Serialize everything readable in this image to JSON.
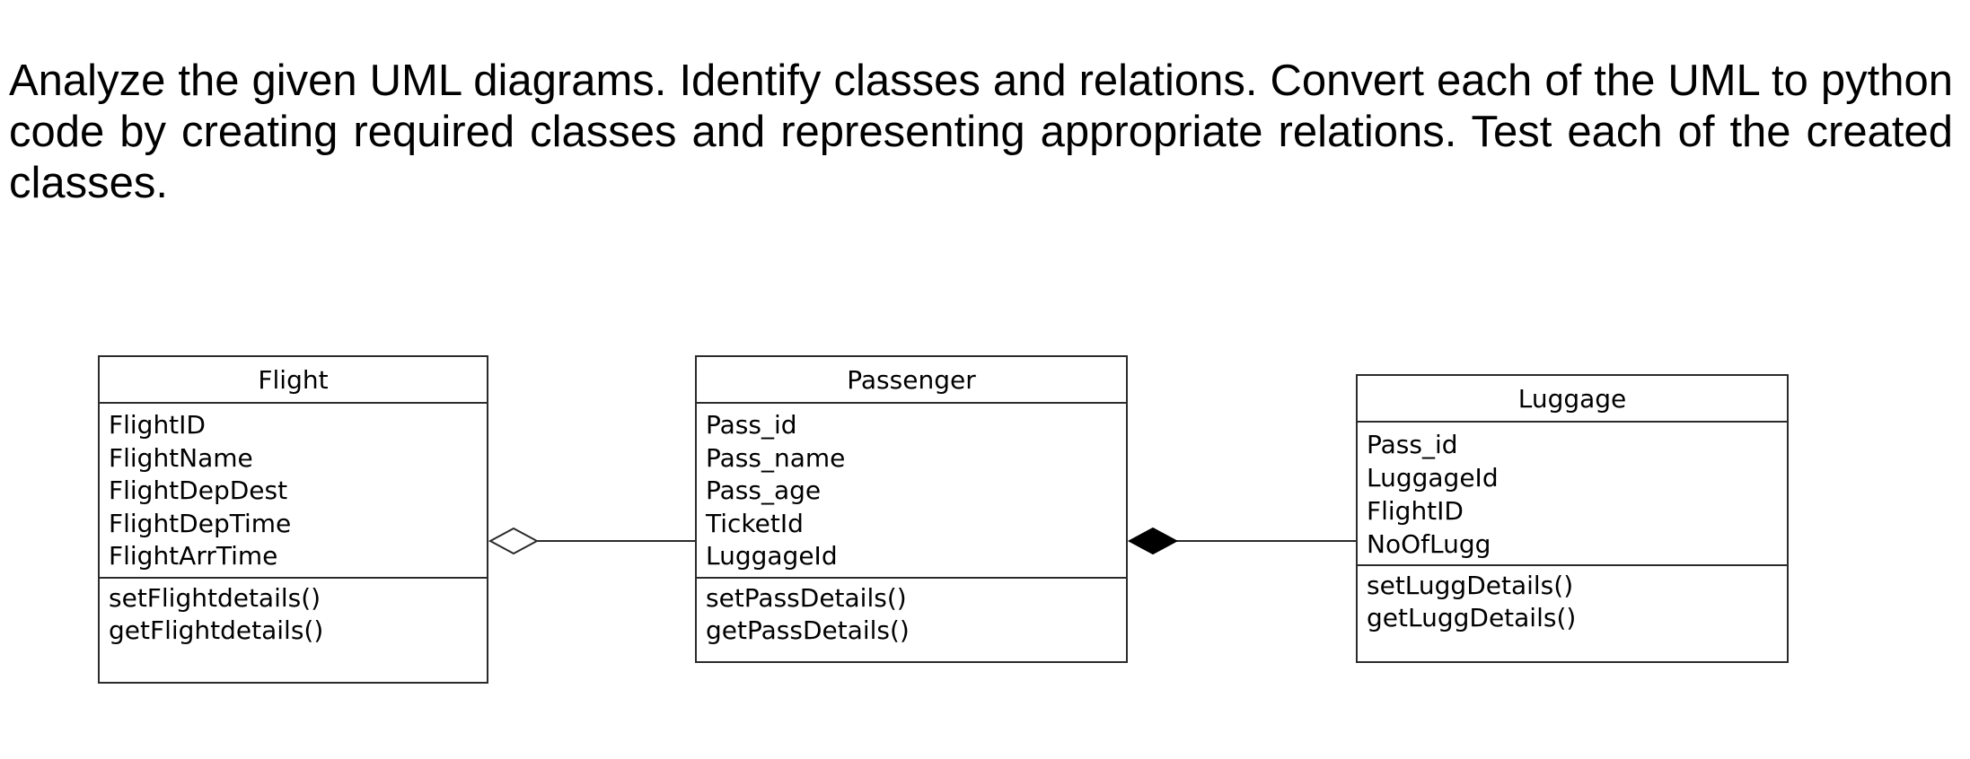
{
  "instructions": "Analyze the given UML diagrams. Identify classes and relations. Convert each of the UML to python code by creating required classes and representing appropriate relations. Test each of the created classes.",
  "classes": {
    "flight": {
      "name": "Flight",
      "attributes": [
        "FlightID",
        "FlightName",
        "FlightDepDest",
        "FlightDepTime",
        "FlightArrTime"
      ],
      "methods": [
        "setFlightdetails()",
        "getFlightdetails()"
      ]
    },
    "passenger": {
      "name": "Passenger",
      "attributes": [
        "Pass_id",
        "Pass_name",
        "Pass_age",
        "TicketId",
        "LuggageId"
      ],
      "methods": [
        "setPassDetails()",
        "getPassDetails()"
      ]
    },
    "luggage": {
      "name": "Luggage",
      "attributes": [
        "Pass_id",
        "LuggageId",
        "FlightID",
        "NoOfLugg"
      ],
      "methods": [
        "setLuggDetails()",
        "getLuggDetails()"
      ]
    }
  },
  "relations": [
    {
      "from": "Flight",
      "to": "Passenger",
      "type": "aggregation",
      "diamond": "hollow"
    },
    {
      "from": "Passenger",
      "to": "Luggage",
      "type": "composition",
      "diamond": "filled"
    }
  ],
  "colors": {
    "line": "#2b2b2b",
    "text": "#000000",
    "background": "#ffffff"
  }
}
